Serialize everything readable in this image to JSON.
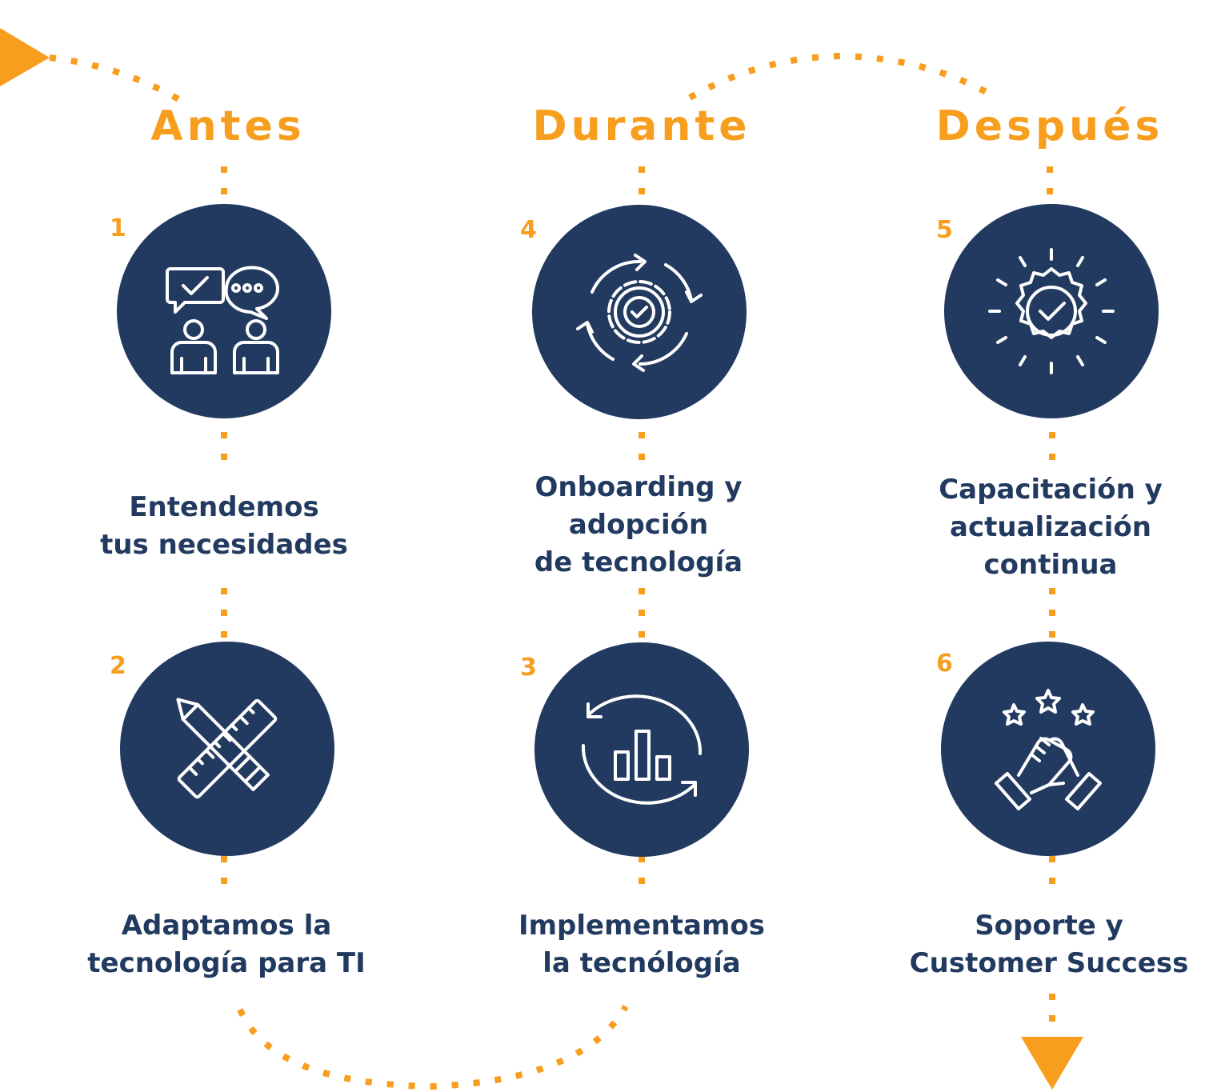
{
  "colors": {
    "accent": "#f89e1e",
    "navy": "#223a60",
    "icon_stroke": "#ffffff"
  },
  "phases": [
    {
      "title": "Antes"
    },
    {
      "title": "Durante"
    },
    {
      "title": "Después"
    }
  ],
  "steps": [
    {
      "number": "1",
      "icon": "conversation-icon",
      "label": [
        "Entendemos",
        "tus necesidades"
      ]
    },
    {
      "number": "2",
      "icon": "pencil-ruler-icon",
      "label": [
        "Adaptamos la",
        "tecnología para TI"
      ]
    },
    {
      "number": "3",
      "icon": "chart-cycle-icon",
      "label": [
        "Implementamos",
        "la tecnólogía"
      ]
    },
    {
      "number": "4",
      "icon": "gear-cycle-icon",
      "label": [
        "Onboarding y",
        "adopción",
        "de tecnología"
      ]
    },
    {
      "number": "5",
      "icon": "badge-check-icon",
      "label": [
        "Capacitación y",
        "actualización",
        "continua"
      ]
    },
    {
      "number": "6",
      "icon": "handshake-stars-icon",
      "label": [
        "Soporte y",
        "Customer Success"
      ]
    }
  ]
}
